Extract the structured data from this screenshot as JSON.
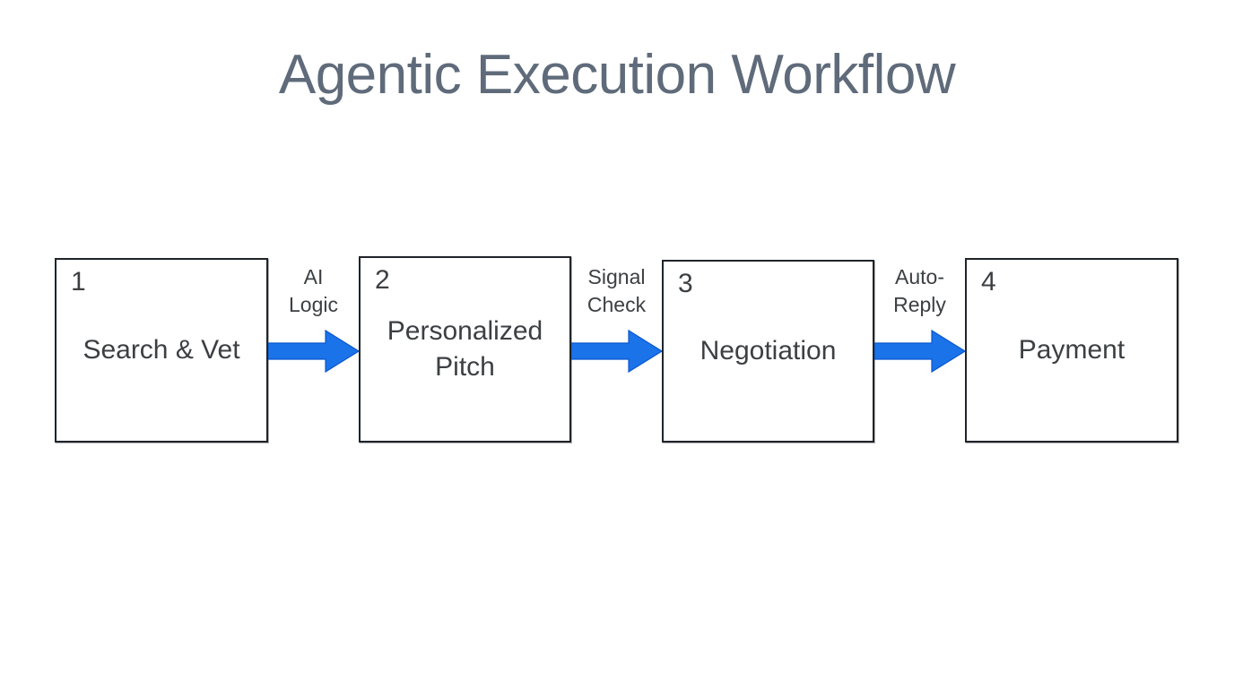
{
  "title": "Agentic Execution Workflow",
  "colors": {
    "title": "#5f6b7a",
    "text": "#3c4043",
    "box_border": "#1f2429",
    "arrow_fill": "#1a73e8",
    "arrow_stroke": "#0b57d0",
    "background": "#ffffff"
  },
  "chart_data": {
    "type": "diagram",
    "diagram_kind": "horizontal-process-flow",
    "title": "Agentic Execution Workflow",
    "nodes": [
      {
        "number": "1",
        "label": "Search & Vet"
      },
      {
        "number": "2",
        "label": "Personalized Pitch"
      },
      {
        "number": "3",
        "label": "Negotiation"
      },
      {
        "number": "4",
        "label": "Payment"
      }
    ],
    "connectors": [
      {
        "from": "1",
        "to": "2",
        "label": "AI Logic",
        "label_lines": [
          "AI",
          "Logic"
        ],
        "arrow": "right"
      },
      {
        "from": "2",
        "to": "3",
        "label": "Signal Check",
        "label_lines": [
          "Signal",
          "Check"
        ],
        "arrow": "right"
      },
      {
        "from": "3",
        "to": "4",
        "label": "Auto-Reply",
        "label_lines": [
          "Auto-",
          "Reply"
        ],
        "arrow": "right"
      }
    ]
  },
  "nodes": [
    {
      "number": "1",
      "label": "Search & Vet"
    },
    {
      "number": "2",
      "label": "Personalized Pitch"
    },
    {
      "number": "3",
      "label": "Negotiation"
    },
    {
      "number": "4",
      "label": "Payment"
    }
  ],
  "connectors": [
    {
      "line1": "AI",
      "line2": "Logic"
    },
    {
      "line1": "Signal",
      "line2": "Check"
    },
    {
      "line1": "Auto-",
      "line2": "Reply"
    }
  ]
}
